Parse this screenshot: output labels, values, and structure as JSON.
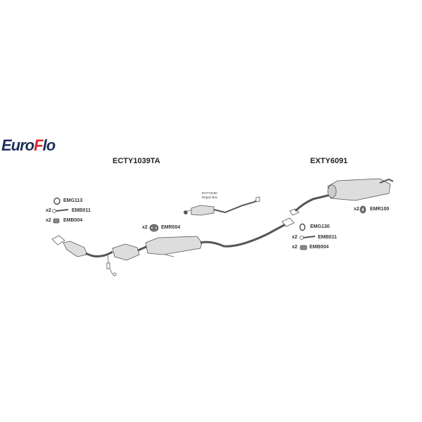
{
  "brand": {
    "logo_part1": "Euro",
    "logo_part2": "F",
    "logo_part3": "lo",
    "colors": {
      "navy": "#1d2f5a",
      "red": "#d8262c"
    }
  },
  "sections": [
    {
      "title": "ECTY1039TA"
    },
    {
      "title": "EXTY6091"
    }
  ],
  "repair_box": {
    "code": "EXTY3100",
    "label": "Repair Box"
  },
  "front_parts": [
    {
      "qty": "",
      "code": "EMG113"
    },
    {
      "qty": "x2",
      "code": "EMB011"
    },
    {
      "qty": "x2",
      "code": "EMB004"
    },
    {
      "qty": "x2",
      "code": "EMR004"
    }
  ],
  "rear_parts": [
    {
      "qty": "x2",
      "code": "EMR100"
    },
    {
      "qty": "",
      "code": "EMG130"
    },
    {
      "qty": "x2",
      "code": "EMB011"
    },
    {
      "qty": "x2",
      "code": "EMB004"
    }
  ]
}
